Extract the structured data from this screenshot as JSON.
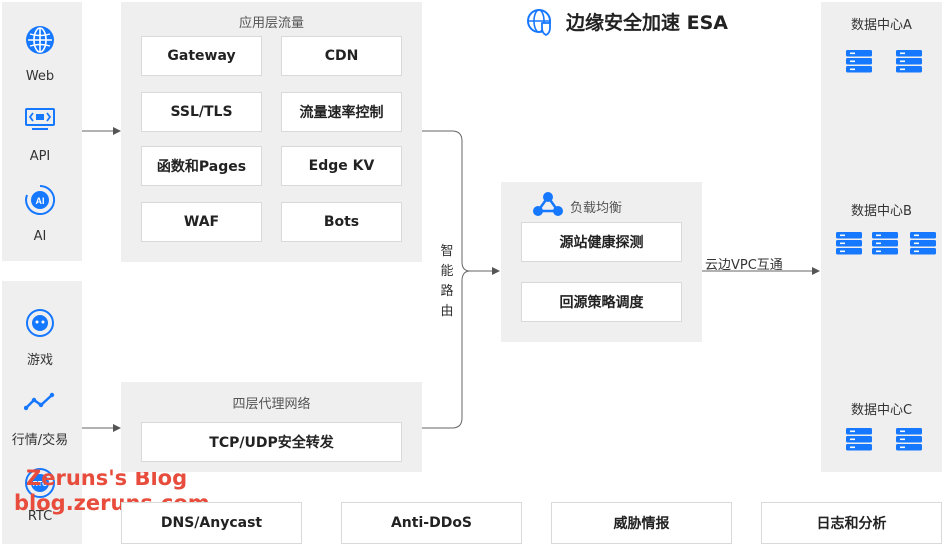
{
  "title": "边缘安全加速 ESA",
  "clients_top": [
    {
      "label": "Web",
      "icon": "globe-icon"
    },
    {
      "label": "API",
      "icon": "api-icon"
    },
    {
      "label": "AI",
      "icon": "ai-icon"
    }
  ],
  "clients_bottom": [
    {
      "label": "游戏",
      "icon": "gamepad-icon"
    },
    {
      "label": "行情/交易",
      "icon": "trend-line-icon"
    },
    {
      "label": "RTC",
      "icon": "rtc-icon"
    }
  ],
  "app_layer": {
    "caption": "应用层流量",
    "items": [
      "Gateway",
      "CDN",
      "SSL/TLS",
      "流量速率控制",
      "函数和Pages",
      "Edge KV",
      "WAF",
      "Bots"
    ]
  },
  "l4": {
    "caption": "四层代理网络",
    "item": "TCP/UDP安全转发"
  },
  "routing_label": "智能路由",
  "lb": {
    "caption": "负载均衡",
    "items": [
      "源站健康探测",
      "回源策略调度"
    ]
  },
  "vpc_label": "云边VPC互通",
  "datacenters": [
    "数据中心A",
    "数据中心B",
    "数据中心C"
  ],
  "bottom_items": [
    "DNS/Anycast",
    "Anti-DDoS",
    "威胁情报",
    "日志和分析"
  ],
  "watermark": {
    "line1": "Zeruns's Blog",
    "line2": "blog.zeruns.com"
  },
  "colors": {
    "accent": "#1677ff",
    "watermark": "#e74c3c",
    "panel": "#efefef"
  }
}
